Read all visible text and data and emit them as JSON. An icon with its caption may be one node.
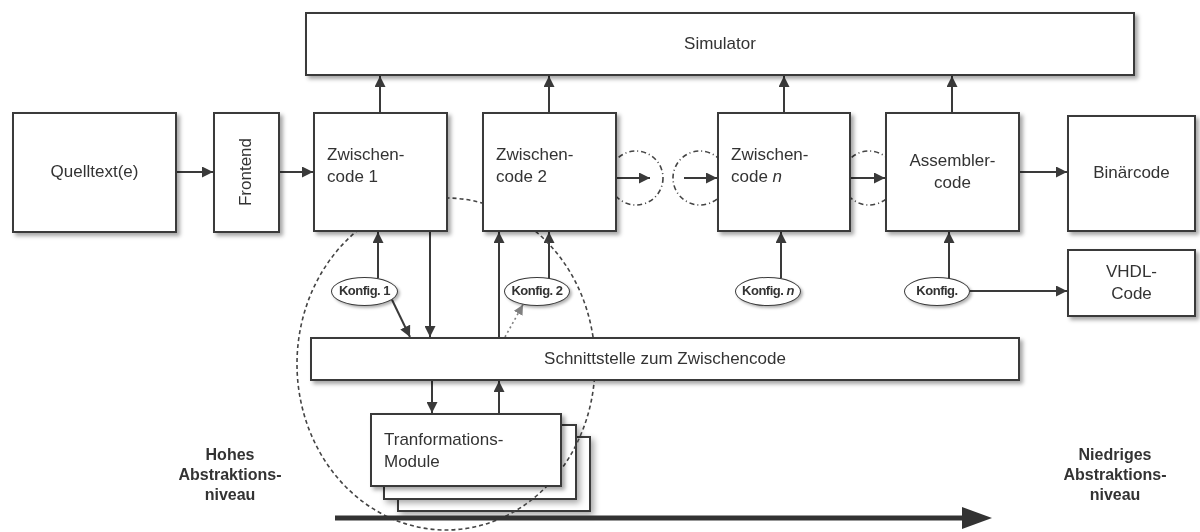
{
  "diagram": {
    "nodes": [
      {
        "text": [
          "Simulator"
        ]
      },
      {
        "text": [
          "Quelltext(e)"
        ]
      },
      {
        "text": [
          "Frontend"
        ]
      },
      {
        "text": [
          "Zwischen- code 1"
        ]
      },
      {
        "text": [
          "Zwischen- code 2"
        ]
      },
      {
        "text": [
          "Zwischen- code *n*"
        ]
      },
      {
        "text": [
          "Assembler- code"
        ]
      },
      {
        "text": [
          "Binärcode"
        ]
      },
      {
        "text": [
          "VHDL- Code"
        ]
      },
      {
        "text": [
          "Konfig. 1"
        ]
      },
      {
        "text": [
          "Konfig. 2"
        ]
      },
      {
        "text": [
          "Konfig. *n*"
        ]
      },
      {
        "text": [
          "Konfig."
        ]
      },
      {
        "text": [
          "Schnittstelle zum Zwischencode"
        ]
      },
      {
        "text": [
          "Tranformations- Module"
        ]
      }
    ],
    "edges": [
      {
        "from": 1,
        "to": 2,
        "arrow": "to"
      },
      {
        "from": 2,
        "to": 3,
        "arrow": "to"
      },
      {
        "from": 3,
        "to": 0,
        "arrow": "to"
      },
      {
        "from": 4,
        "to": 0,
        "arrow": "to"
      },
      {
        "from": 5,
        "to": 0,
        "arrow": "to"
      },
      {
        "from": 6,
        "to": 0,
        "arrow": "to"
      },
      {
        "from": 4,
        "to": null,
        "arrow": "to"
      },
      {
        "from": null,
        "to": 5,
        "arrow": "to"
      },
      {
        "from": 5,
        "to": 6,
        "arrow": "to"
      },
      {
        "from": 6,
        "to": 7,
        "arrow": "to"
      },
      {
        "from": 9,
        "to": 3,
        "arrow": "to"
      },
      {
        "from": 10,
        "to": 4,
        "arrow": "to"
      },
      {
        "from": 11,
        "to": 5,
        "arrow": "to"
      },
      {
        "from": 12,
        "to": 6,
        "arrow": "to"
      },
      {
        "from": 12,
        "to": 8,
        "arrow": "to"
      },
      {
        "from": 9,
        "to": 13,
        "arrow": "to"
      },
      {
        "from": 3,
        "to": 13,
        "arrow": "to"
      },
      {
        "from": 13,
        "to": 4,
        "arrow": "to"
      },
      {
        "from": 13,
        "to": 10,
        "arrow": "to",
        "style": "dashed",
        "color": "#808080"
      },
      {
        "from": 13,
        "to": 14,
        "arrow": "to"
      },
      {
        "from": 14,
        "to": 13,
        "arrow": "to"
      }
    ],
    "labels": [
      "Hohes Abstraktions- niveau",
      "Niedriges Abstraktions- niveau"
    ]
  }
}
